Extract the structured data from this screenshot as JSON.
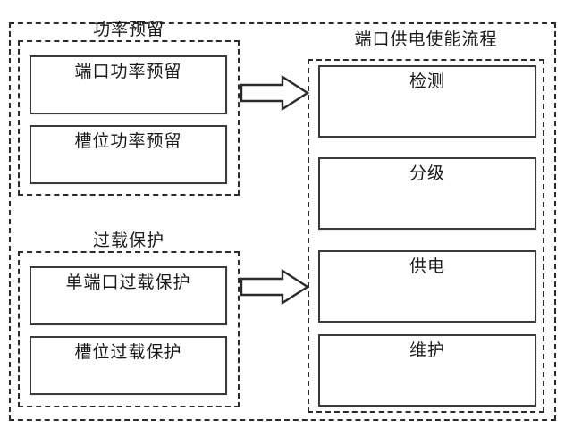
{
  "diagram": {
    "title": "",
    "outer_frame": {
      "name": "system-frame",
      "style": "dashed"
    },
    "groups": [
      {
        "id": "power-reservation",
        "title": "功率预留",
        "items": [
          {
            "id": "port-power-reservation",
            "label": "端口功率预留"
          },
          {
            "id": "slot-power-reservation",
            "label": "槽位功率预留"
          }
        ]
      },
      {
        "id": "overload-protection",
        "title": "过载保护",
        "items": [
          {
            "id": "single-port-overload-protection",
            "label": "单端口过载保护"
          },
          {
            "id": "slot-overload-protection",
            "label": "槽位过载保护"
          }
        ]
      },
      {
        "id": "port-power-enable-flow",
        "title": "端口供电使能流程",
        "items": [
          {
            "id": "detection",
            "label": "检测"
          },
          {
            "id": "classification",
            "label": "分级"
          },
          {
            "id": "power-supply",
            "label": "供电"
          },
          {
            "id": "maintenance",
            "label": "维护"
          }
        ]
      }
    ],
    "arrows": [
      {
        "id": "arrow-power-reservation-to-flow",
        "direction": "right",
        "label": ""
      },
      {
        "id": "arrow-overload-protection-to-flow",
        "direction": "right",
        "label": ""
      }
    ],
    "colors": {
      "line": "#2b2b2b",
      "box_border": "#3a3a3a",
      "text": "#1a1a1a",
      "background": "#ffffff"
    }
  }
}
